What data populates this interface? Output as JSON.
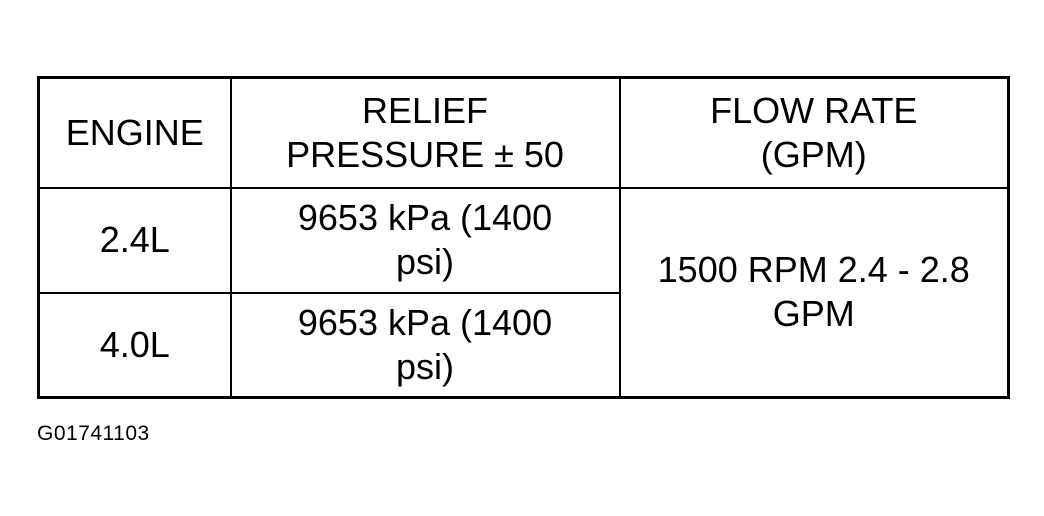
{
  "table": {
    "headers": {
      "engine": [
        "ENGINE"
      ],
      "relief_pressure": [
        "RELIEF",
        "PRESSURE ± 50"
      ],
      "flow_rate": [
        "FLOW RATE",
        "(GPM)"
      ]
    },
    "rows": [
      {
        "engine": "2.4L",
        "relief_pressure": [
          "9653 kPa (1400",
          "psi)"
        ]
      },
      {
        "engine": "4.0L",
        "relief_pressure": [
          "9653 kPa (1400",
          "psi)"
        ]
      }
    ],
    "flow_rate_merged": [
      "1500 RPM 2.4 - 2.8",
      "GPM"
    ]
  },
  "figure_id": "G01741103"
}
